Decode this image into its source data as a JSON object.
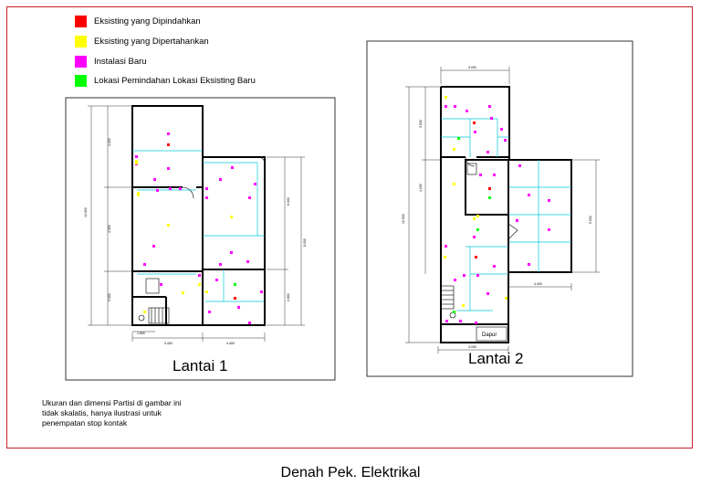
{
  "legend": {
    "items": [
      {
        "label": "Eksisting yang Dipindahkan",
        "color": "#ff0000"
      },
      {
        "label": "Eksisting yang Dipertahankan",
        "color": "#ffff00"
      },
      {
        "label": "Instalasi Baru",
        "color": "#ff00ff"
      },
      {
        "label": "Lokasi Pemindahan Lokasi Eksisting Baru",
        "color": "#00ff00"
      }
    ]
  },
  "plans": {
    "floor1": {
      "label": "Lantai 1"
    },
    "floor2": {
      "label": "Lantai 2",
      "kitchen_label": "Dapur"
    }
  },
  "note": {
    "lines": [
      "Ukuran dan dimensi Partisi di gambar ini",
      "tidak skalatis, hanya ilustrasi untuk",
      "penempatan stop kontak"
    ]
  },
  "caption": "Denah Pek. Elektrikal",
  "colors": {
    "frame": "#c8202a",
    "wall": "#000000",
    "partition": "#00c8d8"
  }
}
